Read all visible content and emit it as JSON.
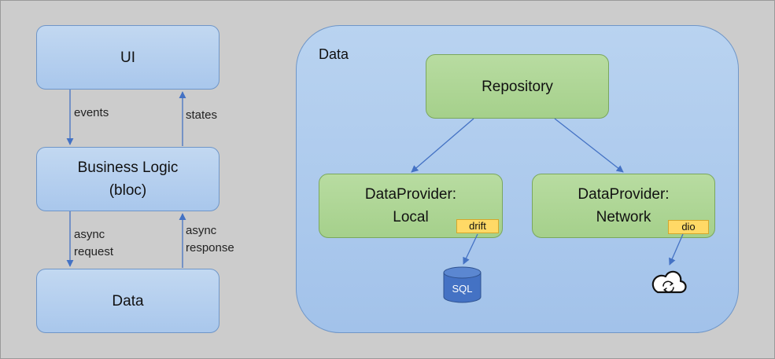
{
  "left_stack": {
    "ui": "UI",
    "business_logic_line1": "Business Logic",
    "business_logic_line2": "(bloc)",
    "data": "Data",
    "events_label": "events",
    "states_label": "states",
    "async_request_line1": "async",
    "async_request_line2": "request",
    "async_response_line1": "async",
    "async_response_line2": "response"
  },
  "data_layer": {
    "title": "Data",
    "repository": "Repository",
    "local_line1": "DataProvider:",
    "local_line2": "Local",
    "local_tag": "drift",
    "network_line1": "DataProvider:",
    "network_line2": "Network",
    "network_tag": "dio",
    "sql_label": "SQL"
  },
  "icons": {
    "database": "database-cylinder-icon",
    "cloud": "cloud-sync-icon"
  },
  "colors": {
    "blue_fill": "#a9c7ec",
    "green_fill": "#a5d08b",
    "tag_fill": "#ffd966",
    "arrow": "#4472c4",
    "db_fill": "#4472c4"
  }
}
